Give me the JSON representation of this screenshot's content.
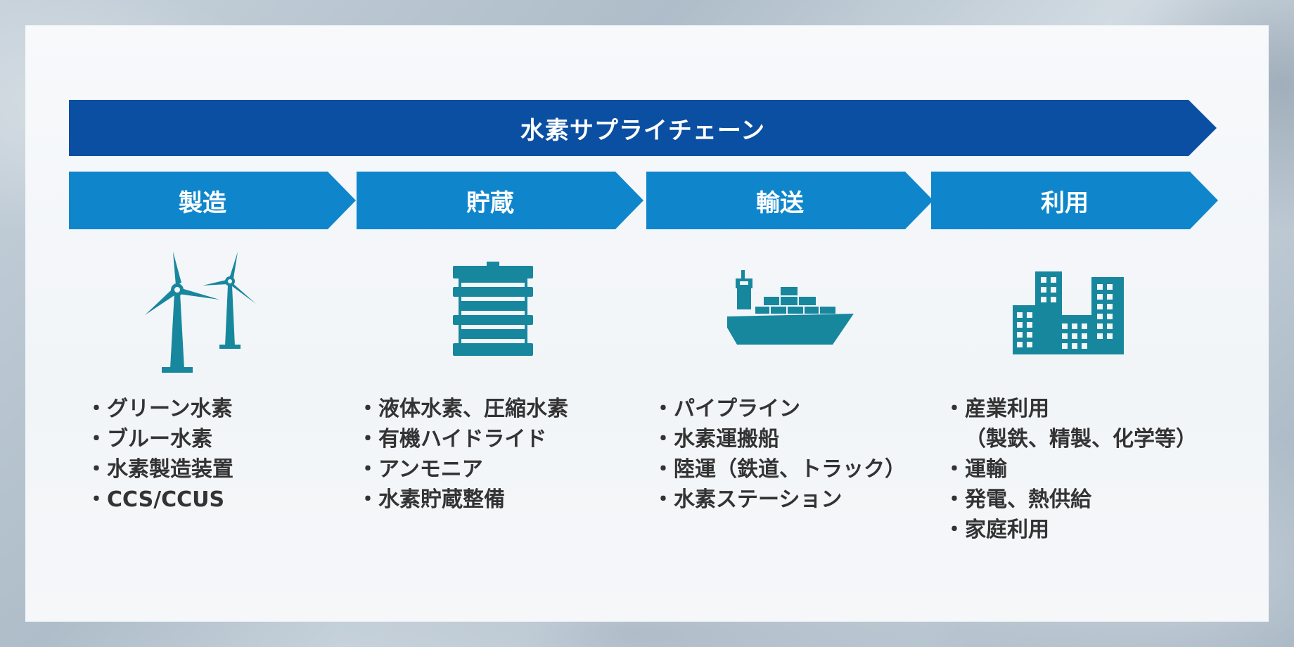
{
  "title": "水素サプライチェーン",
  "colors": {
    "banner": "#0b4fa2",
    "stage": "#0f86cc",
    "icon": "#17879e",
    "text": "#333333"
  },
  "stages": [
    {
      "label": "製造",
      "icon": "wind-turbine-icon",
      "items": [
        "グリーン水素",
        "ブルー水素",
        "水素製造装置",
        "CCS/CCUS"
      ]
    },
    {
      "label": "貯蔵",
      "icon": "storage-tank-icon",
      "items": [
        "液体水素、圧縮水素",
        "有機ハイドライド",
        "アンモニア",
        "水素貯蔵整備"
      ]
    },
    {
      "label": "輸送",
      "icon": "cargo-ship-icon",
      "items": [
        "パイプライン",
        "水素運搬船",
        "陸運（鉄道、トラック）",
        "水素ステーション"
      ]
    },
    {
      "label": "利用",
      "icon": "buildings-icon",
      "items": [
        "産業利用",
        "（製鉄、精製、化学等）",
        "運輸",
        "発電、熱供給",
        "家庭利用"
      ]
    }
  ]
}
